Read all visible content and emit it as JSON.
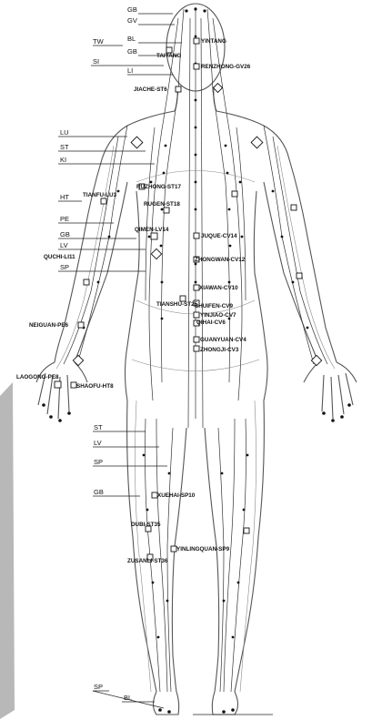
{
  "meridian_labels": [
    "GB",
    "GV",
    "BL",
    "GB",
    "TW",
    "SI",
    "LI",
    "LU",
    "ST",
    "KI",
    "HT",
    "PE",
    "GB",
    "LV",
    "SP",
    "ST",
    "LV",
    "SP",
    "GB",
    "BL",
    "SP"
  ],
  "points": [
    "YINTANG",
    "TAIYANG",
    "RENZHONG-GV26",
    "JIACHE-ST6",
    "RUZHONG-ST17",
    "TIANFU-LU3",
    "RUGEN-ST18",
    "QIMEN-LV14",
    "JUQUE-CV14",
    "QUCHI-LI11",
    "ZHONGWAN-CV12",
    "XIAWAN-CV10",
    "TIANSHU-ST25",
    "NEIGUAN-PE6",
    "SHUIFEN-CV9",
    "YINJIAO-CV7",
    "GUANYUAN-CV4",
    "QIHAI-CV6",
    "ZHONGJI-CV3",
    "LAOGONG-PE8",
    "SHAOFU-HT8",
    "XUEHAI-SP10",
    "DUBI-ST35",
    "YINLINGQUAN-SP9",
    "ZUSANLI-ST36"
  ]
}
